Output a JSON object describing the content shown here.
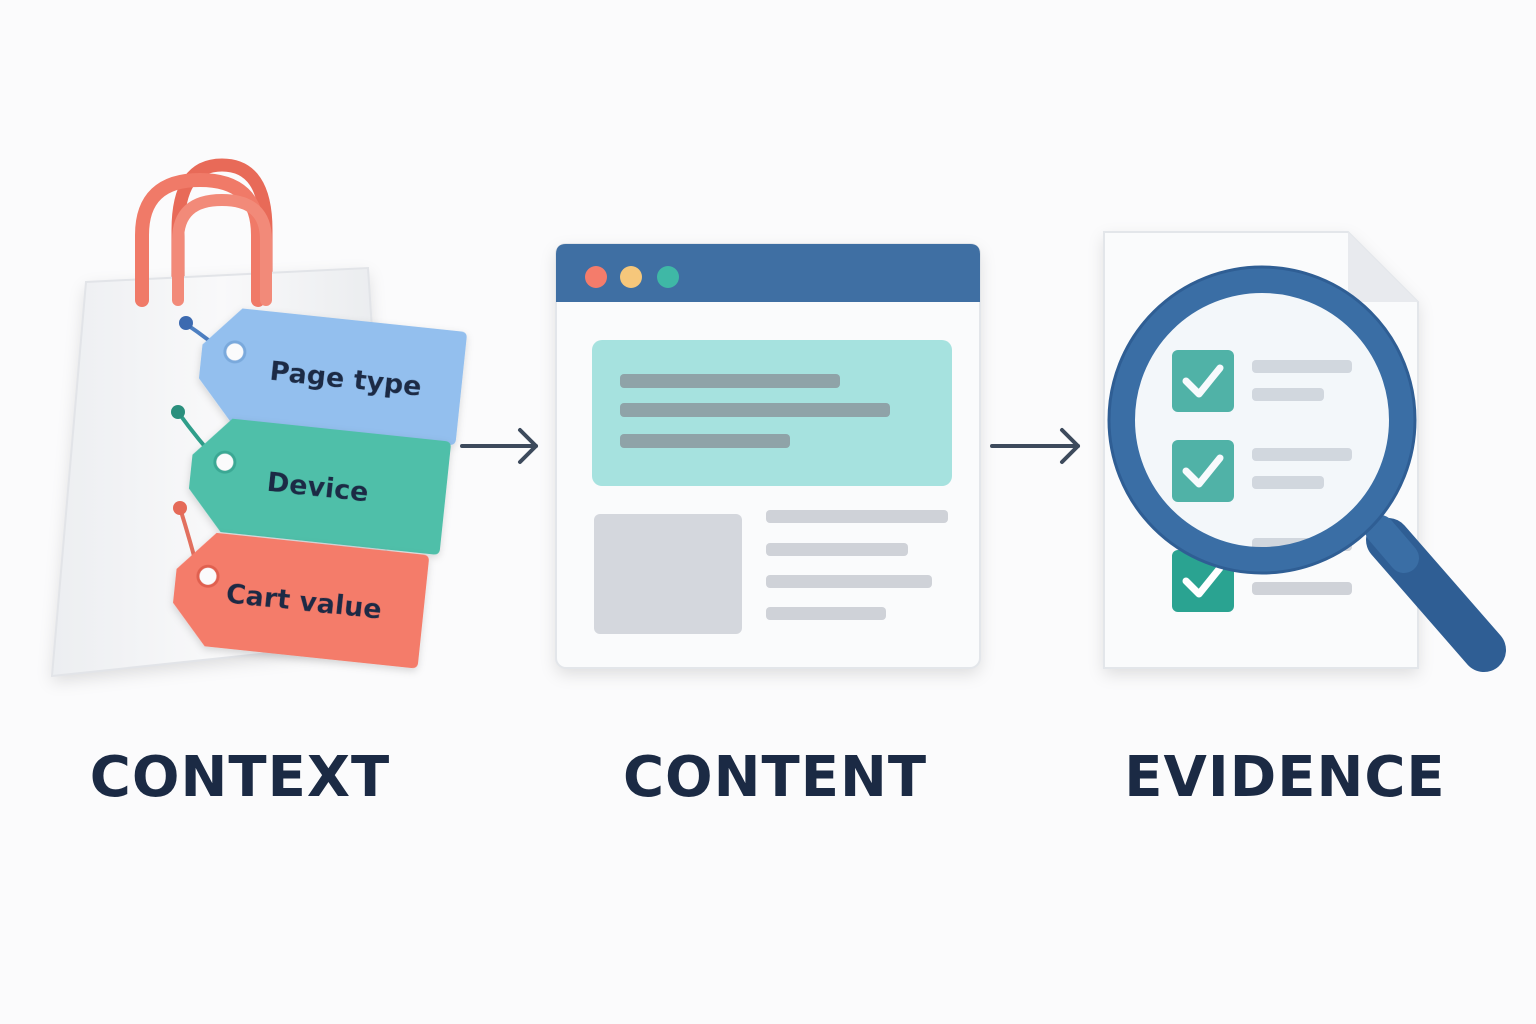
{
  "stages": [
    {
      "caption": "CONTEXT",
      "icon": "shopping-bag-icon",
      "tags": [
        {
          "label": "Page type",
          "color": "#93bfee"
        },
        {
          "label": "Device",
          "color": "#4fbfa9"
        },
        {
          "label": "Cart value",
          "color": "#f47c6b"
        }
      ]
    },
    {
      "caption": "CONTENT",
      "icon": "browser-window-icon"
    },
    {
      "caption": "EVIDENCE",
      "icon": "checklist-magnifier-icon"
    }
  ],
  "colors": {
    "caption": "#1b2a44",
    "bag_handle": "#f07a68",
    "browser_bar": "#3f6fa3",
    "highlight_panel": "#a6e2df",
    "check_box": "#2aa391",
    "magnifier": "#3a6ea5",
    "arrow": "#3d4a5c"
  }
}
